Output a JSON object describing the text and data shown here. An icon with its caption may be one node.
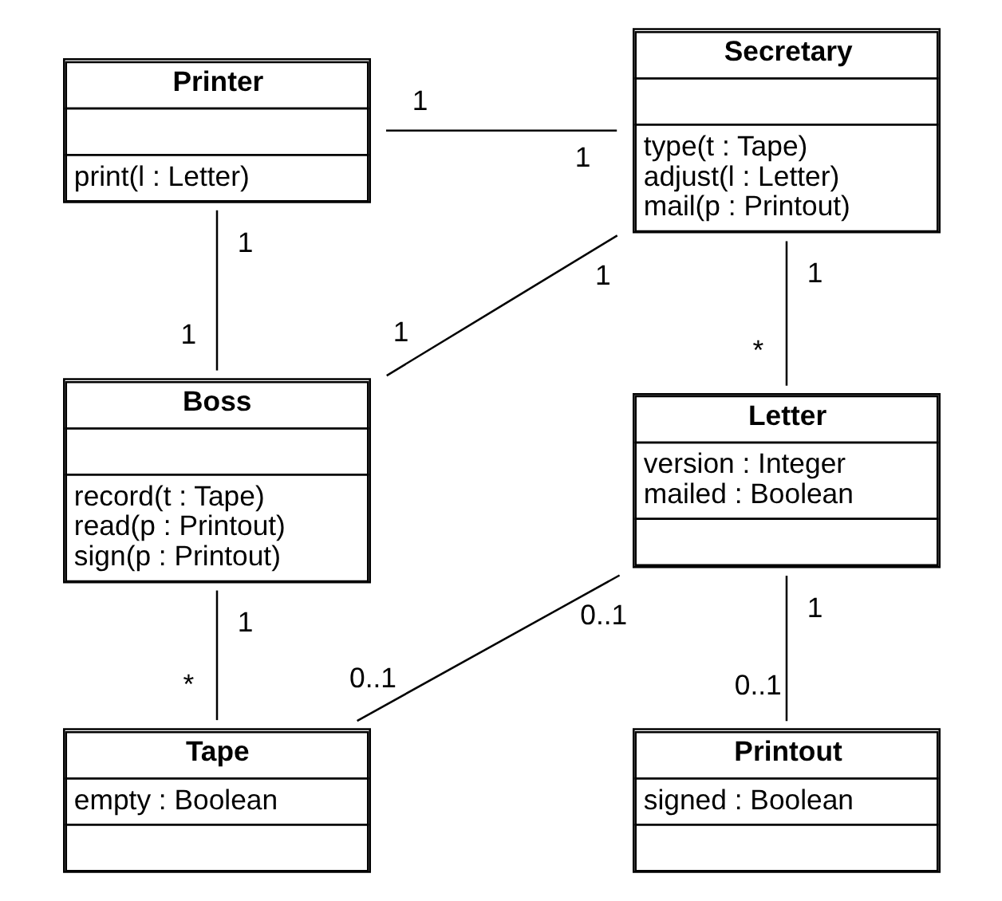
{
  "diagram": {
    "nodes": [
      {
        "text": [
          "Printer",
          "print(l : Letter)"
        ]
      },
      {
        "text": [
          "Secretary",
          "type(t : Tape)",
          "adjust(l : Letter)",
          "mail(p : Printout)"
        ]
      },
      {
        "text": [
          "Boss",
          "record(t : Tape)",
          "read(p : Printout)",
          "sign(p : Printout)"
        ]
      },
      {
        "text": [
          "Letter",
          "version : Integer",
          "mailed : Boolean"
        ]
      },
      {
        "text": [
          "Tape",
          "empty : Boolean"
        ]
      },
      {
        "text": [
          "Printout",
          "signed : Boolean"
        ]
      }
    ],
    "edges": [
      {
        "from": 0,
        "to": 1,
        "arrow": "none"
      },
      {
        "from": 0,
        "to": 2,
        "arrow": "none"
      },
      {
        "from": 1,
        "to": 2,
        "arrow": "none"
      },
      {
        "from": 1,
        "to": 3,
        "arrow": "none"
      },
      {
        "from": 2,
        "to": 4,
        "arrow": "none"
      },
      {
        "from": 3,
        "to": 4,
        "arrow": "none"
      },
      {
        "from": 3,
        "to": 5,
        "arrow": "none"
      }
    ],
    "labels": [
      "1",
      "1",
      "1",
      "1",
      "1",
      "1",
      "1",
      "*",
      "1",
      "*",
      "0..1",
      "0..1",
      "1",
      "0..1"
    ]
  }
}
